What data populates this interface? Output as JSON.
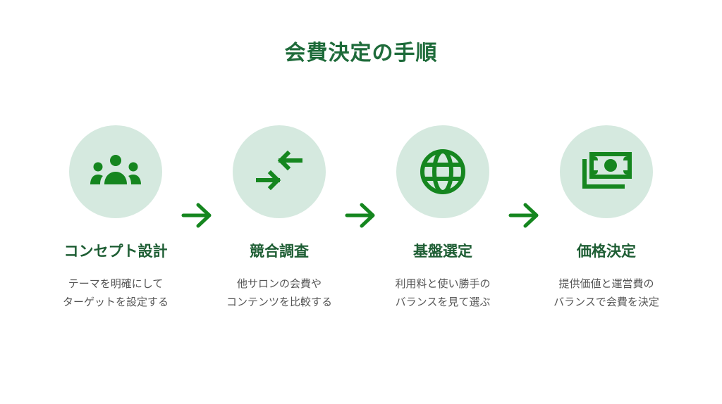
{
  "title": "会費決定の手順",
  "colors": {
    "accent": "#1e6b3a",
    "icon": "#15861f",
    "circle_bg": "#d5e9df",
    "desc_text": "#555555"
  },
  "steps": [
    {
      "icon": "group-icon",
      "title": "コンセプト設計",
      "desc_line1": "テーマを明確にして",
      "desc_line2": "ターゲットを設定する"
    },
    {
      "icon": "compare-arrows-icon",
      "title": "競合調査",
      "desc_line1": "他サロンの会費や",
      "desc_line2": "コンテンツを比較する"
    },
    {
      "icon": "globe-icon",
      "title": "基盤選定",
      "desc_line1": "利用料と使い勝手の",
      "desc_line2": "バランスを見て選ぶ"
    },
    {
      "icon": "money-icon",
      "title": "価格決定",
      "desc_line1": "提供価値と運営費の",
      "desc_line2": "バランスで会費を決定"
    }
  ],
  "arrows": [
    "arrow-right-icon",
    "arrow-right-icon",
    "arrow-right-icon"
  ]
}
